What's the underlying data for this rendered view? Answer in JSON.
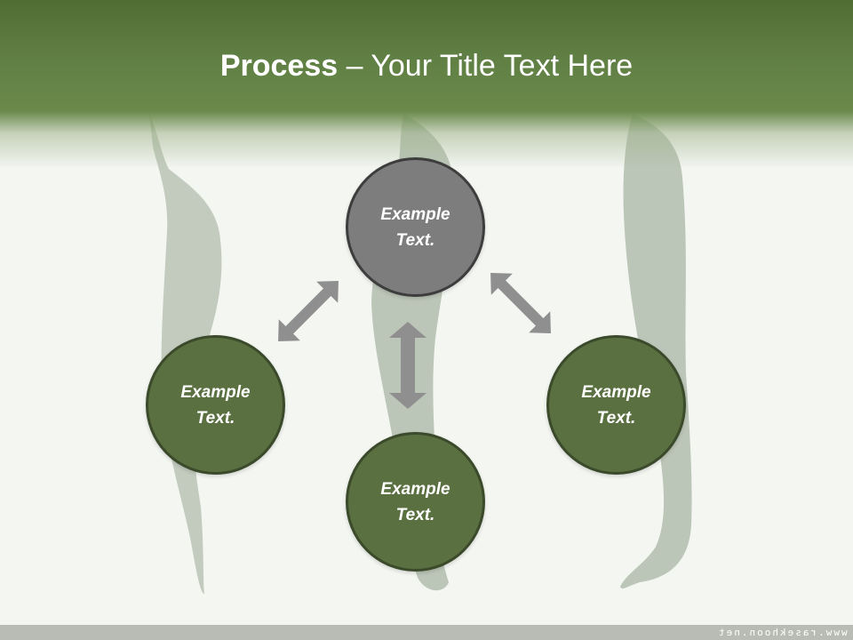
{
  "slide": {
    "title_bold": "Process",
    "title_rest": " – Your Title Text Here"
  },
  "nodes": {
    "top": "Example Text.",
    "left": "Example Text.",
    "right": "Example Text.",
    "bottom": "Example Text."
  },
  "colors": {
    "header": "#5f7e43",
    "node_green": "#5a7040",
    "node_gray": "#7d7d7d",
    "arrow": "#8f8f8f"
  },
  "footer": {
    "watermark": "www.rasekhoon.net"
  }
}
